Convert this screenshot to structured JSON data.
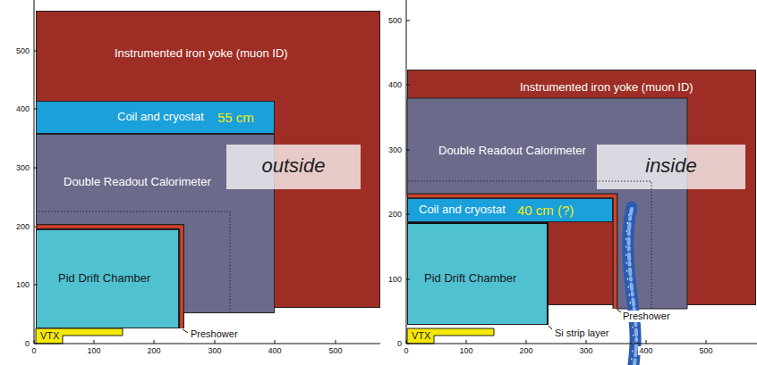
{
  "diagram": {
    "nodes": [
      {
        "text": [
          "Instrumented iron yoke (muon ID)"
        ]
      },
      {
        "text": [
          "Coil and cryostat",
          "55 cm"
        ]
      },
      {
        "text": [
          "Double Readout Calorimeter"
        ]
      },
      {
        "text": [
          "Pid Drift Chamber"
        ]
      },
      {
        "text": [
          "VTX"
        ]
      },
      {
        "text": [
          "outside"
        ]
      },
      {
        "text": [
          "Instrumented iron yoke (muon ID)"
        ]
      },
      {
        "text": [
          "Double Readout Calorimeter"
        ]
      },
      {
        "text": [
          "Coil and cryostat",
          "40 cm (?)"
        ]
      },
      {
        "text": [
          "Pid Drift Chamber"
        ]
      },
      {
        "text": [
          "VTX"
        ]
      },
      {
        "text": [
          "inside"
        ]
      }
    ],
    "labels": [
      "500",
      "400",
      "300",
      "200",
      "100",
      "0",
      "Preshower",
      "0",
      "100",
      "200",
      "300",
      "400",
      "500",
      "500",
      "400",
      "300",
      "200",
      "100",
      "0",
      "Si strip layer",
      "Preshower",
      "0",
      "100",
      "200",
      "300",
      "400",
      "500"
    ]
  }
}
